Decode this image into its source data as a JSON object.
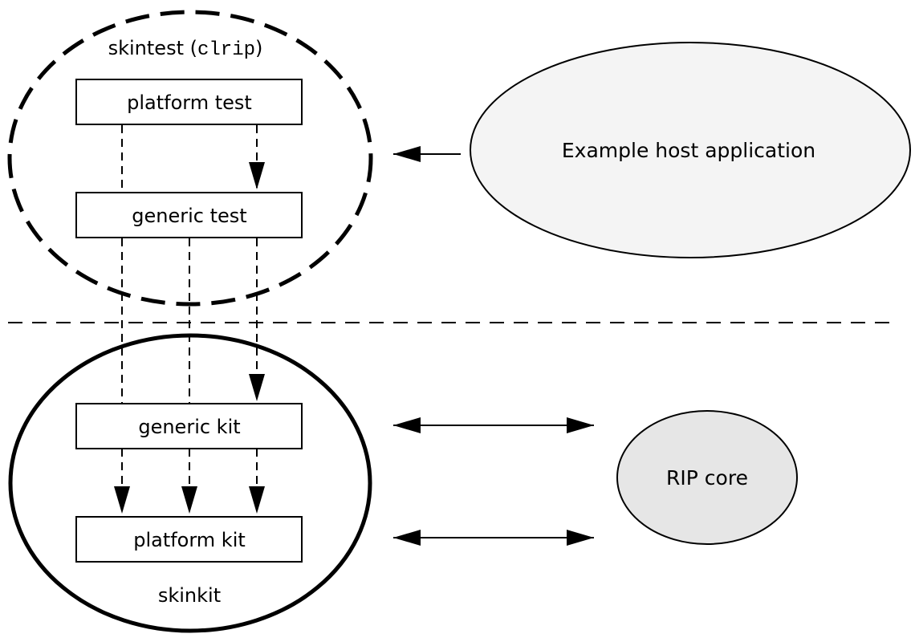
{
  "skintest": {
    "label": "skintest",
    "paren_open": "(",
    "code": "clrip",
    "paren_close": ")"
  },
  "boxes": {
    "platform_test": "platform test",
    "generic_test": "generic test",
    "generic_kit": "generic kit",
    "platform_kit": "platform kit"
  },
  "host_application": {
    "label": "Example host application",
    "fill": "#f4f4f4"
  },
  "rip_core": {
    "label": "RIP core",
    "fill": "#e6e6e6"
  },
  "skinkit": {
    "label": "skinkit"
  }
}
